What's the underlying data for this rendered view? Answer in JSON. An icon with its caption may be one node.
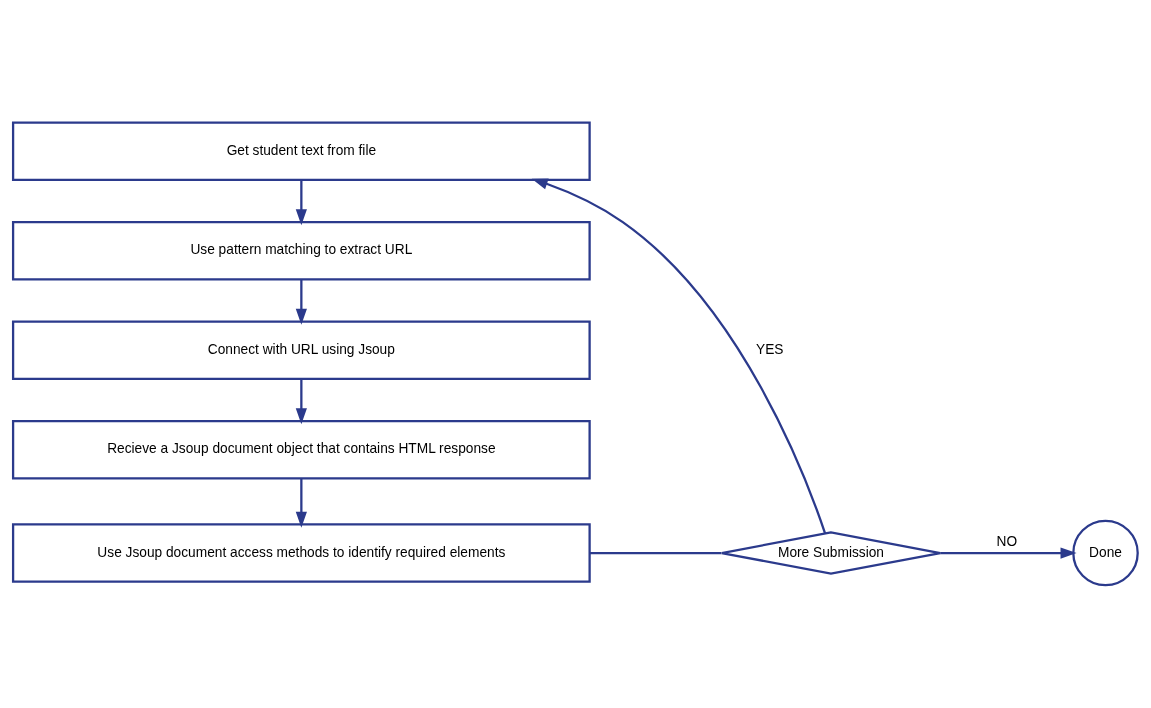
{
  "diagram": {
    "nodes": [
      {
        "text": [
          "Get student text from file"
        ]
      },
      {
        "text": [
          "Use pattern matching to extract URL"
        ]
      },
      {
        "text": [
          "Connect with URL using Jsoup"
        ]
      },
      {
        "text": [
          "Recieve a Jsoup document object that contains HTML response"
        ]
      },
      {
        "text": [
          "Use Jsoup document access methods to identify required elements"
        ]
      },
      {
        "text": [
          "More Submission"
        ]
      },
      {
        "text": [
          "Done"
        ]
      }
    ],
    "edges": [
      {
        "from": 0,
        "to": 1,
        "arrow": "to"
      },
      {
        "from": 1,
        "to": 2,
        "arrow": "to"
      },
      {
        "from": 2,
        "to": 3,
        "arrow": "to"
      },
      {
        "from": 3,
        "to": 4,
        "arrow": "to"
      },
      {
        "from": 4,
        "to": 5,
        "arrow": "none"
      },
      {
        "from": 5,
        "to": 0,
        "arrow": "to",
        "label": "YES"
      },
      {
        "from": 5,
        "to": 6,
        "arrow": "to",
        "label": "NO"
      }
    ]
  }
}
